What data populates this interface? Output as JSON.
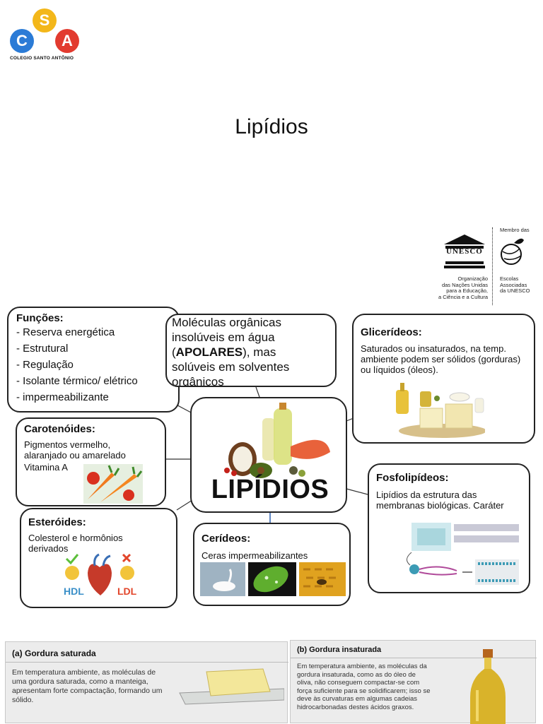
{
  "logo": {
    "letters": [
      "C",
      "S",
      "A"
    ],
    "caption": "COLEGIO SANTO ANTÔNIO",
    "colors": {
      "c": "#2b7bd6",
      "s": "#f3b71a",
      "a": "#e23b2f"
    }
  },
  "title": "Lipídios",
  "unesco": {
    "wordmark": "UNESCO",
    "member_of": "Membro das",
    "org_lines": [
      "Organização",
      "das Nações Unidas",
      "para a Educação,",
      "a Ciência e a Cultura"
    ],
    "schools_lines": [
      "Escolas",
      "Associadas",
      "da UNESCO"
    ]
  },
  "funcoes": {
    "heading": "Funções:",
    "items": [
      "- Reserva energética",
      "- Estrutural",
      "- Regulação",
      "- Isolante térmico/ elétrico",
      "- impermeabilizante"
    ]
  },
  "definition": {
    "line1": "Moléculas orgânicas",
    "line2": "insolúveis em água",
    "line3_pre": "(",
    "line3_bold": "APOLARES",
    "line3_post": "), mas",
    "line4": "solúveis em solventes",
    "line5": "orgânicos"
  },
  "glicerideos": {
    "heading": "Glicerídeos:",
    "text": "Saturados ou insaturados, na temp. ambiente podem ser sólidos (gorduras) ou líquidos (óleos)."
  },
  "carotenoides": {
    "heading": "Carotenóides:",
    "text": "Pigmentos vermelho, alaranjado ou amarelado produzidos pelos vegetais.",
    "vitamin": "Vitamina A"
  },
  "center": {
    "label": "LIPÍDIOS"
  },
  "fosfolipideos": {
    "heading": "Fosfolipídeos:",
    "text": "Lipídios da estrutura das membranas biológicas. Caráter anfifílico"
  },
  "esteroides": {
    "heading": "Esteróides:",
    "text": "Colesterol e hormônios derivados",
    "hdl": "HDL",
    "ldl": "LDL"
  },
  "cerideos": {
    "heading": "Cerídeos:",
    "text": "Ceras impermeabilizantes"
  },
  "panel_a": {
    "heading": "(a) Gordura saturada",
    "text": "Em temperatura ambiente, as moléculas de uma gordura saturada, como a manteiga, apresentam forte compactação, formando um sólido."
  },
  "panel_b": {
    "heading": "(b) Gordura insaturada",
    "text": "Em temperatura ambiente, as moléculas da gordura insaturada, como as do óleo de oliva, não conseguem compactar-se com força suficiente para se solidificarem; isso se deve às curvaturas em algumas cadeias hidrocarbonadas destes ácidos graxos."
  }
}
